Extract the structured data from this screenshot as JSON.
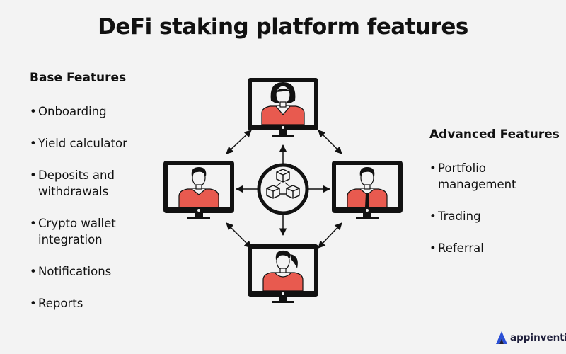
{
  "title": "DeFi staking platform features",
  "base": {
    "heading": "Base Features",
    "items": [
      "Onboarding",
      "Yield calculator",
      "Deposits and withdrawals",
      "Crypto wallet integration",
      "Notifications",
      "Reports"
    ]
  },
  "advanced": {
    "heading": "Advanced Features",
    "items": [
      "Portfolio management",
      "Trading",
      "Referral"
    ]
  },
  "brand": {
    "name": "appinventiv"
  },
  "colors": {
    "accent": "#e85a4f",
    "dark": "#111111",
    "background": "#f3f3f3"
  }
}
